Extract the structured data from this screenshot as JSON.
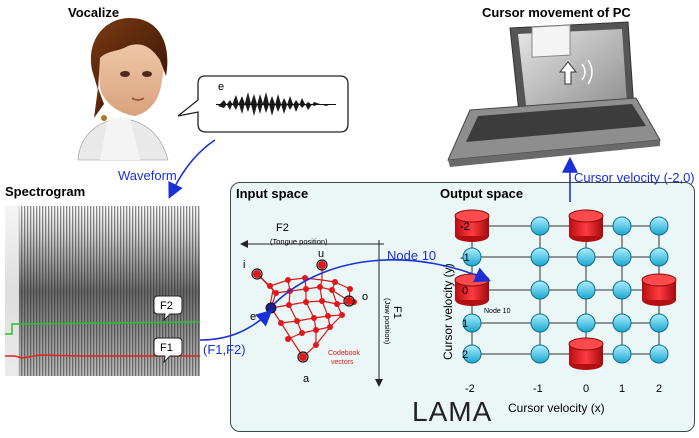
{
  "vocalize": {
    "title": "Vocalize",
    "vowel": "e"
  },
  "waveform_label": "Waveform",
  "spectrogram": {
    "title": "Spectrogram",
    "f2_label": "F2",
    "f1_label": "F1"
  },
  "pc": {
    "title": "Cursor movement of PC"
  },
  "f1f2_label": "(F1,F2)",
  "node10_label": "Node 10",
  "cursor_velocity_label": "Cursor velocity (-2,0)",
  "lama": {
    "name": "LAMA",
    "input_space": {
      "title": "Input space",
      "f2_axis": "F2",
      "f2_sub": "(Tongue position)",
      "f1_axis": "F1",
      "f1_sub": "(Jaw position)",
      "vowels": [
        "i",
        "u",
        "e",
        "o",
        "a"
      ],
      "codebook_label_1": "Codebook",
      "codebook_label_2": "vectors"
    },
    "output_space": {
      "title": "Output space",
      "y_axis_label": "Cursor velocity (y)",
      "x_axis_label": "Cursor velocity (x)",
      "y_ticks": [
        "-2",
        "-1",
        "0",
        "1",
        "2"
      ],
      "x_ticks": [
        "-2",
        "-1",
        "0",
        "1",
        "2"
      ],
      "node_label": "Node 10"
    }
  },
  "colors": {
    "accent": "#1a2fd6",
    "node_red": "#e8161b",
    "node_blue": "#35c3e8",
    "panel": "#eaf7f6"
  }
}
